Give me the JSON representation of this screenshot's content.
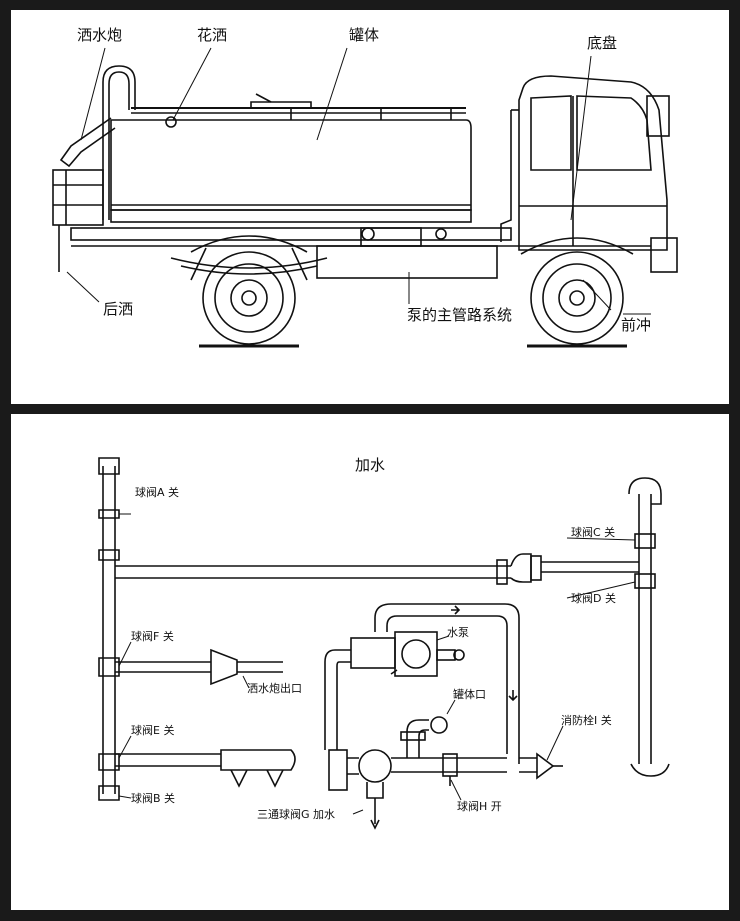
{
  "top_diagram": {
    "labels": {
      "water_cannon": "洒水炮",
      "sprinkler": "花洒",
      "tank": "罐体",
      "chassis": "底盘",
      "rear_sprinkler": "后洒",
      "pump_main_pipe": "泵的主管路系统",
      "front_flush": "前冲"
    }
  },
  "bottom_diagram": {
    "title": "加水",
    "labels": {
      "valve_a": "球阀A 关",
      "valve_c": "球阀C 关",
      "valve_d": "球阀D 关",
      "valve_f": "球阀F 关",
      "pump": "水泵",
      "cannon_outlet": "洒水炮出口",
      "tank_port": "罐体口",
      "hydrant_valve": "消防栓I 关",
      "valve_e": "球阀E 关",
      "valve_b": "球阀B 关",
      "three_way_valve": "三通球阀G 加水",
      "valve_h": "球阀H 开"
    }
  },
  "colors": {
    "frame": "#1a1a1a",
    "panel": "#ffffff",
    "ink": "#111111"
  }
}
